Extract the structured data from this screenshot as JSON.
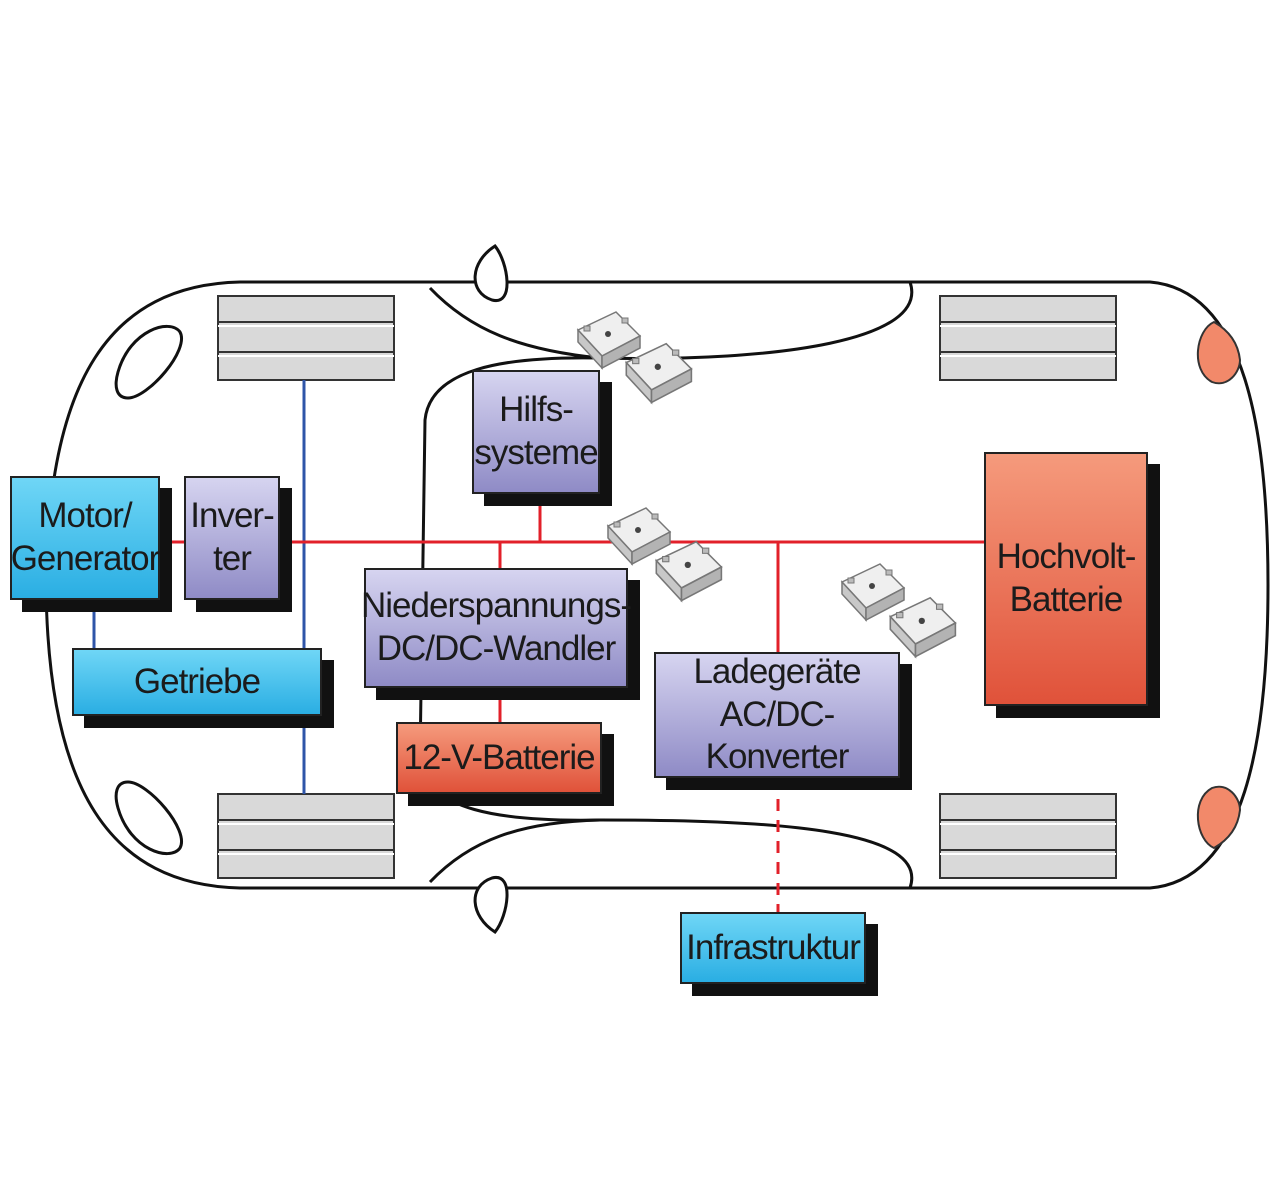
{
  "colors": {
    "high_voltage_line": "#e2202a",
    "mechanical_line": "#2f55a8",
    "component_blue": "#2aaee3",
    "component_purple": "#8f8bc6",
    "component_red": "#e0523a",
    "car_outline": "#111111",
    "wheel_fill": "#d9d9d9",
    "light_fill": "#f2896a"
  },
  "components": {
    "motor_generator": "Motor/\nGenerator",
    "inverter": "Inver-\nter",
    "getriebe": "Getriebe",
    "hilfssysteme": "Hilfs-\nsysteme",
    "niederspannungs_wandler": "Niederspannungs-\nDC/DC-Wandler",
    "batterie_12v": "12-V-Batterie",
    "ladegeraete": "Ladegeräte\nAC/DC-Konverter",
    "hochvolt_batterie": "Hochvolt-\nBatterie",
    "infrastruktur": "Infrastruktur"
  },
  "connections": [
    {
      "from": "motor_generator",
      "to": "inverter",
      "kind": "high-voltage"
    },
    {
      "from": "inverter",
      "to": "hochvolt_batterie",
      "kind": "high-voltage"
    },
    {
      "from": "hilfssysteme",
      "to": "high-voltage-bus",
      "kind": "high-voltage"
    },
    {
      "from": "niederspannungs_wandler",
      "to": "high-voltage-bus",
      "kind": "high-voltage"
    },
    {
      "from": "niederspannungs_wandler",
      "to": "batterie_12v",
      "kind": "high-voltage"
    },
    {
      "from": "ladegeraete",
      "to": "high-voltage-bus",
      "kind": "high-voltage"
    },
    {
      "from": "ladegeraete",
      "to": "infrastruktur",
      "kind": "dashed"
    },
    {
      "from": "motor_generator",
      "to": "getriebe",
      "kind": "mechanical"
    },
    {
      "from": "front-axle",
      "to": "rear-axle",
      "kind": "mechanical"
    }
  ],
  "module_icons": [
    "module-chip-icon",
    "module-chip-icon",
    "module-chip-icon"
  ]
}
